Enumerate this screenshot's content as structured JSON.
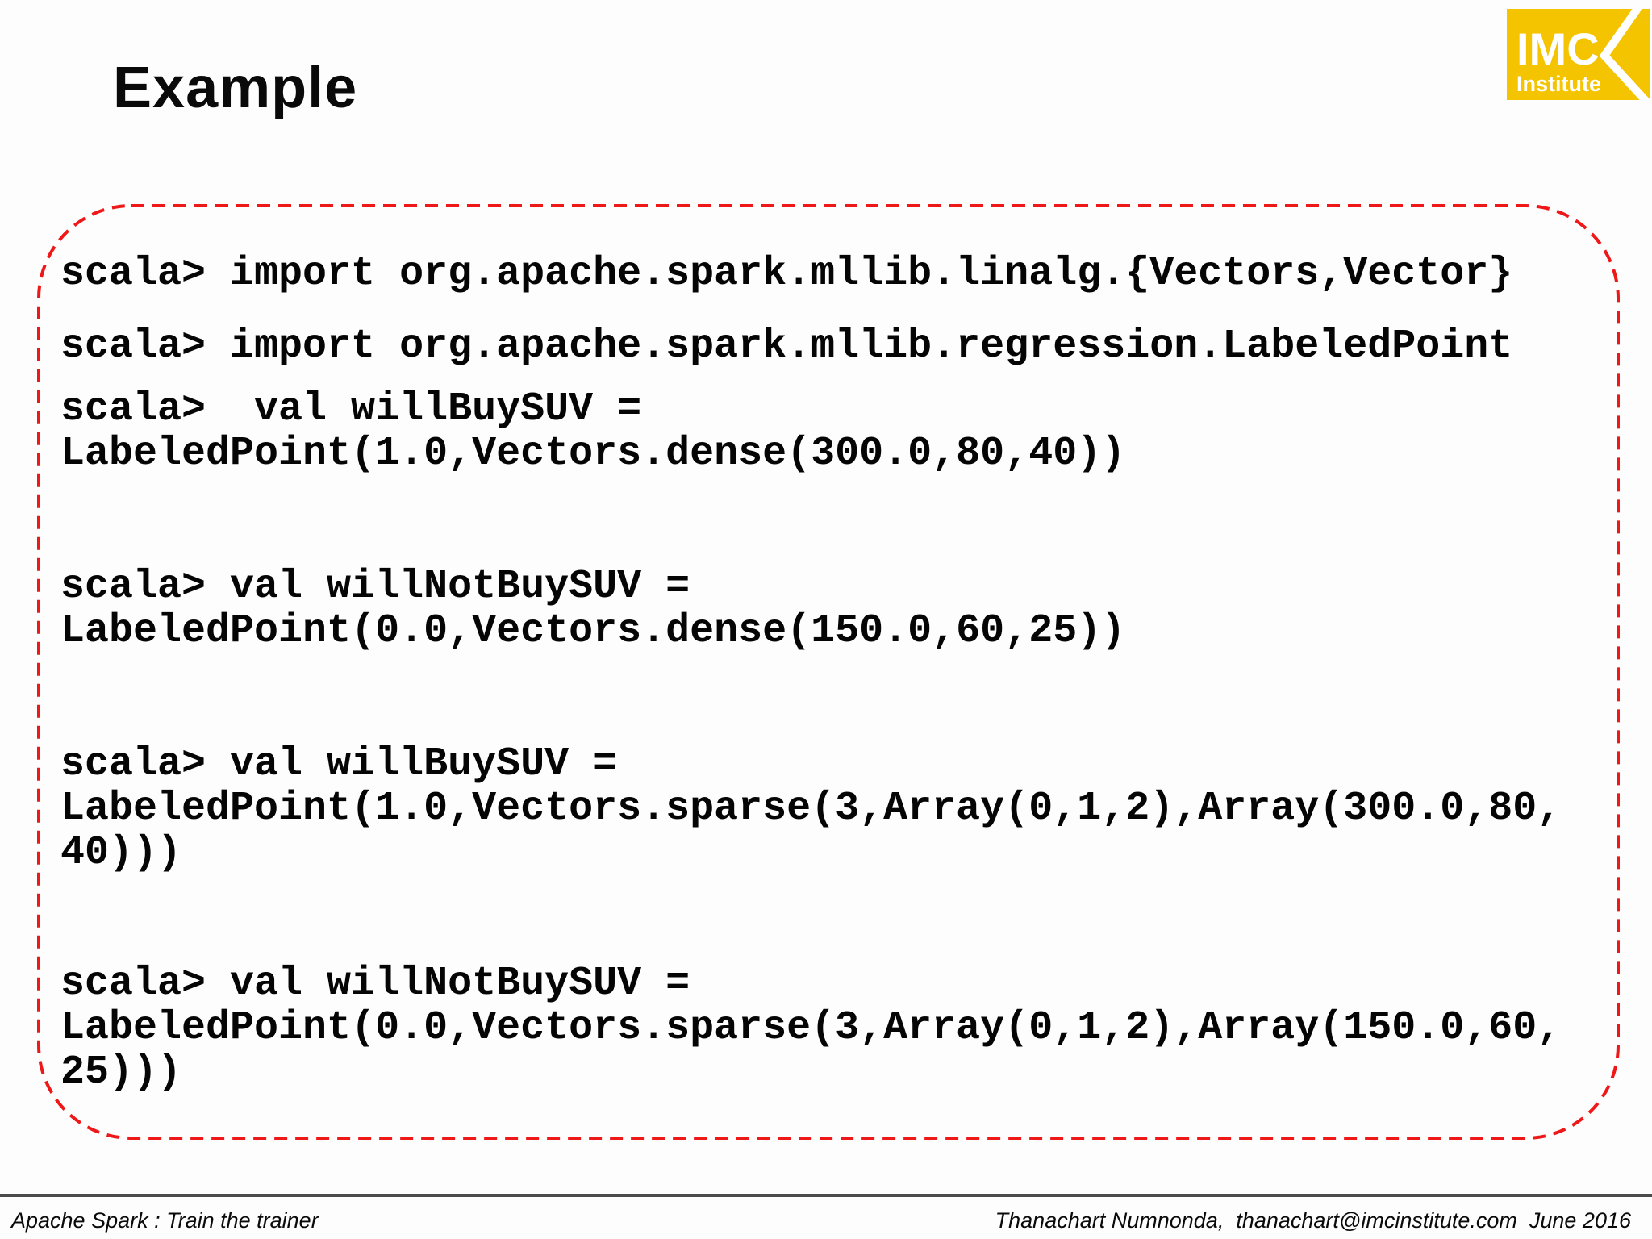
{
  "slide": {
    "title": "Example",
    "logo": {
      "line1": "IMC",
      "line2": "Institute",
      "bg_color": "#F5C400",
      "text_color": "#FFFFFF"
    },
    "code_box": {
      "border_color": "#EE1818",
      "paragraphs": [
        "scala> import org.apache.spark.mllib.linalg.{Vectors,Vector}",
        "scala> import org.apache.spark.mllib.regression.LabeledPoint",
        "scala>  val willBuySUV =\nLabeledPoint(1.0,Vectors.dense(300.0,80,40))",
        "scala> val willNotBuySUV =\nLabeledPoint(0.0,Vectors.dense(150.0,60,25))",
        "scala> val willBuySUV =\nLabeledPoint(1.0,Vectors.sparse(3,Array(0,1,2),Array(300.0,80,\n40)))",
        "scala> val willNotBuySUV =\nLabeledPoint(0.0,Vectors.sparse(3,Array(0,1,2),Array(150.0,60,\n25)))"
      ]
    },
    "footer": {
      "left": "Apache Spark : Train the trainer",
      "right": "Thanachart Numnonda,  thanachart@imcinstitute.com  June 2016"
    }
  }
}
